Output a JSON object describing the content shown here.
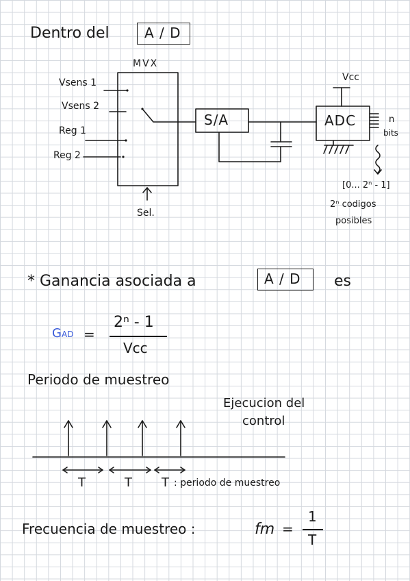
{
  "header": {
    "title": "Dentro del",
    "boxed_label": "A / D"
  },
  "diagram": {
    "mux_label": "MVX",
    "inputs": [
      "Vsens 1",
      "Vsens 2",
      "Reg 1",
      "Reg 2"
    ],
    "select_label": "Sel.",
    "sample_hold_label": "S/A",
    "adc_label": "ADC",
    "vcc_label": "Vcc",
    "bits_n": "n",
    "bits_label": "bits",
    "range_label": "[0... 2ⁿ - 1]",
    "codes_line1": "2ⁿ codigos",
    "codes_line2": "posibles"
  },
  "gain": {
    "intro": "* Ganancia asociada a",
    "boxed_label": "A / D",
    "suffix": "es",
    "symbol": "G",
    "symbol_sub": "AD",
    "equals": "=",
    "numerator": "2ⁿ - 1",
    "denominator": "Vcc",
    "accent_color": "#3a5bd9"
  },
  "sampling": {
    "title": "Periodo de muestreo",
    "annotation_line1": "Ejecucion del",
    "annotation_line2": "control",
    "t_label": "T",
    "t_definition": ": periodo de muestreo"
  },
  "frequency": {
    "text": "Frecuencia de muestreo :",
    "lhs": "fm",
    "equals": "=",
    "numerator": "1",
    "denominator": "T"
  }
}
